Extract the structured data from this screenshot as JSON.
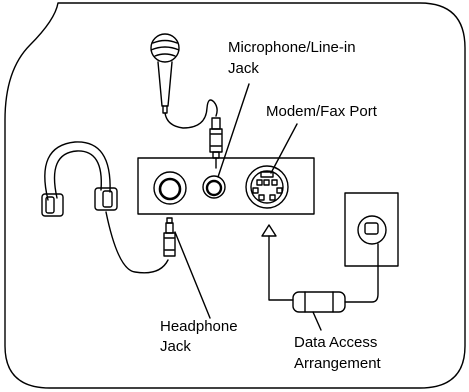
{
  "labels": {
    "microphone_jack_line1": "Microphone/Line-in",
    "microphone_jack_line2": "Jack",
    "modem_port": "Modem/Fax Port",
    "headphone_jack_line1": "Headphone",
    "headphone_jack_line2": "Jack",
    "daa_line1": "Data Access",
    "daa_line2": "Arrangement"
  },
  "colors": {
    "stroke": "#000000",
    "background": "#ffffff"
  }
}
